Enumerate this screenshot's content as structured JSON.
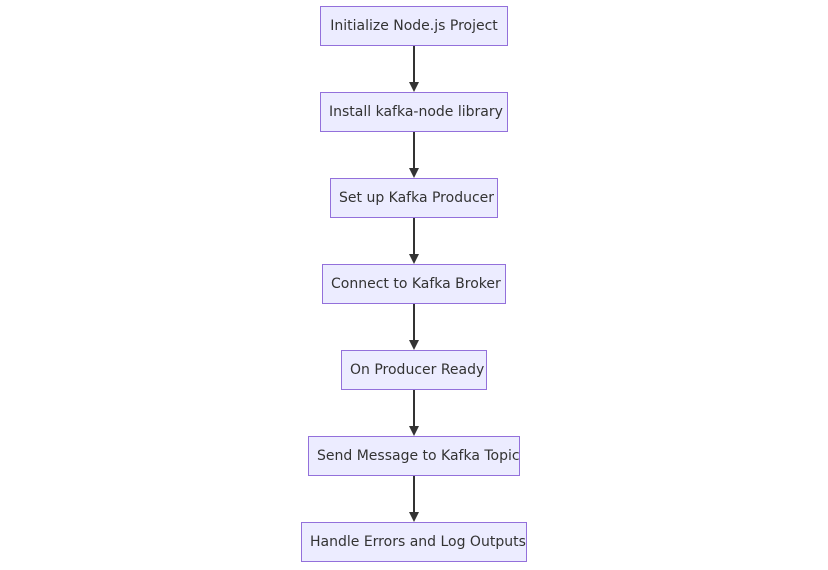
{
  "colors": {
    "node_fill": "#ECECFF",
    "node_border": "#9370DB",
    "edge": "#333333",
    "text": "#333333"
  },
  "nodes": [
    {
      "label": "Initialize Node.js Project"
    },
    {
      "label": "Install kafka-node library"
    },
    {
      "label": "Set up Kafka Producer"
    },
    {
      "label": "Connect to Kafka Broker"
    },
    {
      "label": "On Producer Ready"
    },
    {
      "label": "Send Message to Kafka Topic"
    },
    {
      "label": "Handle Errors and Log Outputs"
    }
  ],
  "edges": [
    {
      "from": 0,
      "to": 1
    },
    {
      "from": 1,
      "to": 2
    },
    {
      "from": 2,
      "to": 3
    },
    {
      "from": 3,
      "to": 4
    },
    {
      "from": 4,
      "to": 5
    },
    {
      "from": 5,
      "to": 6
    }
  ]
}
